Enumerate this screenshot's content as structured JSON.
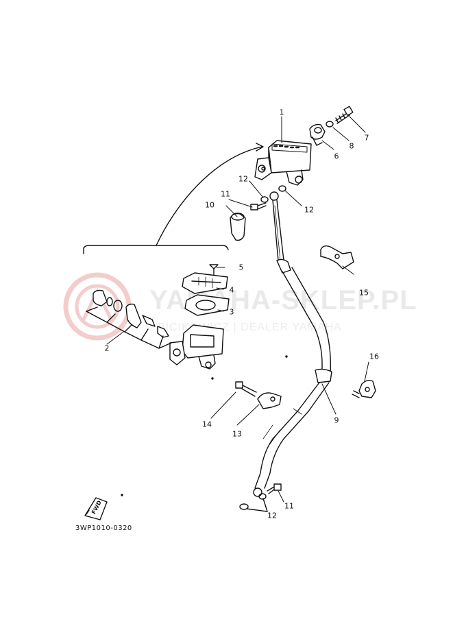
{
  "watermark": {
    "title": "YAMAHA-SKLEP.PL",
    "subtitle": "BICIKOWICZ | DEALER YAMAHA"
  },
  "diagram": {
    "code": "3WP1010-0320",
    "fwd_label": "FWD",
    "callouts": {
      "c1": "1",
      "c2": "2",
      "c3": "3",
      "c4": "4",
      "c5": "5",
      "c6": "6",
      "c7": "7",
      "c8": "8",
      "c9": "9",
      "c10": "10",
      "c11a": "11",
      "c11b": "11",
      "c12a": "12",
      "c12b": "12",
      "c12c": "12",
      "c13": "13",
      "c14": "14",
      "c15": "15",
      "c16": "16"
    }
  },
  "colors": {
    "ink": "#111111",
    "watermark": "#e6e6e6",
    "logo": "#f2c4c4"
  }
}
